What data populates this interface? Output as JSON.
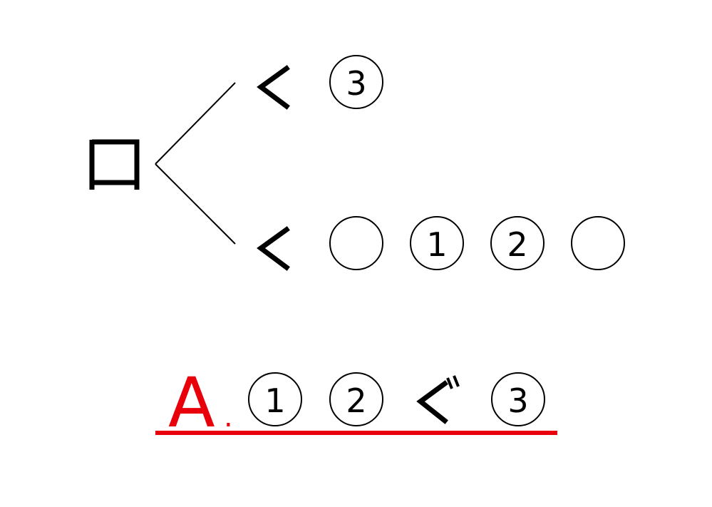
{
  "puzzle": {
    "center_kanji": "口",
    "top_branch": {
      "kana": "く",
      "slots": [
        "3"
      ]
    },
    "bottom_branch": {
      "kana": "く",
      "slots": [
        "",
        "1",
        "2",
        ""
      ]
    }
  },
  "answer": {
    "label": "A",
    "dot": ".",
    "sequence": [
      "1",
      "2",
      "ぐ",
      "3"
    ],
    "color": "#e8000b"
  }
}
